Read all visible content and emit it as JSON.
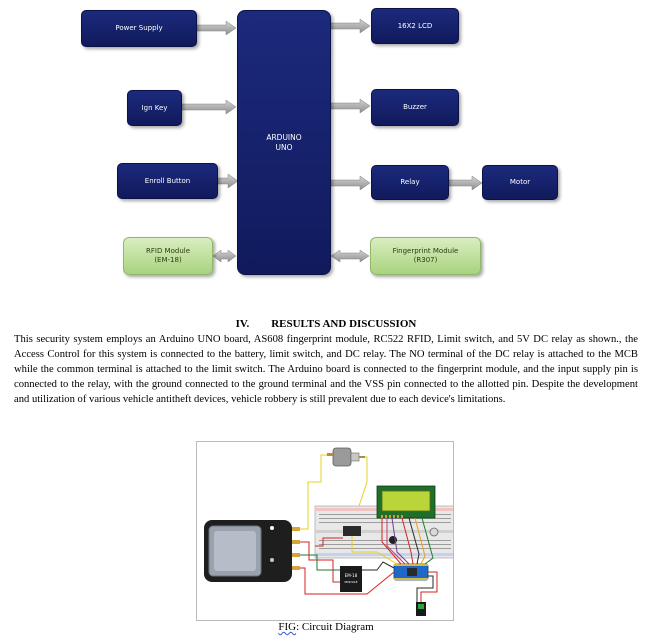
{
  "diagram": {
    "blocks": {
      "power_supply": "Power Supply",
      "ign_key": "Ign Key",
      "enroll_button": "Enroll Button",
      "rfid_module": [
        "RFID Module",
        "(EM-18)"
      ],
      "arduino": [
        "ARDUINO",
        "UNO"
      ],
      "lcd": "16X2 LCD",
      "buzzer": "Buzzer",
      "relay": "Relay",
      "motor": "Motor",
      "fingerprint_module": [
        "Fingerprint Module",
        "(R307)"
      ]
    }
  },
  "section": {
    "number": "IV.",
    "title": "RESULTS AND DISCUSSION",
    "paragraph": "This security system employs an Arduino UNO board, AS608 fingerprint module, RC522 RFID, Limit switch, and 5V DC relay as shown., the Access Control for this system is connected to the battery, limit switch, and DC relay. The NO terminal of the DC relay is attached to the MCB while the common terminal is attached to the limit switch. The Arduino board is connected to the fingerprint module, and the input supply pin is connected to the relay, with the ground connected to the ground terminal and the VSS pin connected to the allotted pin. Despite the development and utilization of various vehicle antitheft devices, vehicle robbery is still prevalent due to each device's limitations."
  },
  "figure": {
    "caption_prefix": "FIG",
    "caption_rest": ": Circuit Diagram",
    "module_label": [
      "EM-18",
      "MODULE"
    ]
  }
}
